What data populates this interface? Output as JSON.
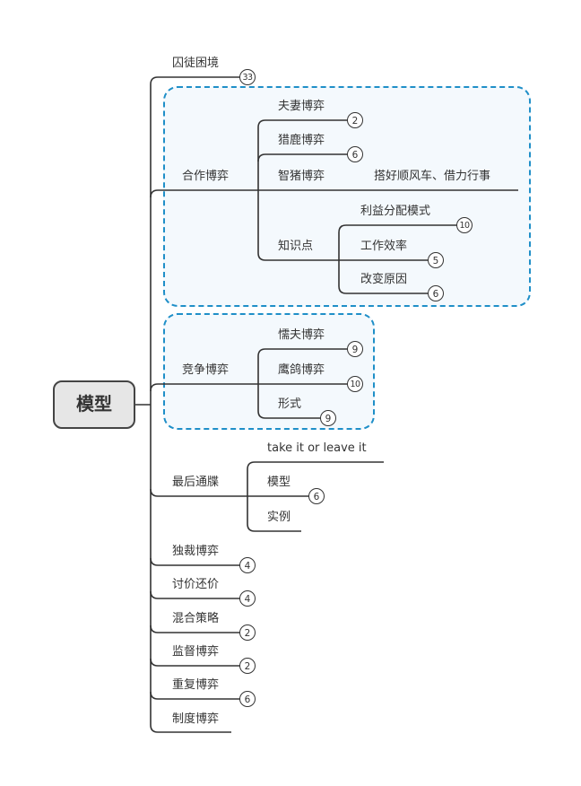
{
  "root": {
    "label": "模型"
  },
  "branches": {
    "prisoners": {
      "label": "囚徒困境",
      "count": "33"
    },
    "coop": {
      "label": "合作博弈",
      "children": {
        "couple": {
          "label": "夫妻博弈",
          "count": "2"
        },
        "stag": {
          "label": "猎鹿博弈",
          "count": "6"
        },
        "pig": {
          "label": "智猪博弈",
          "note": "搭好顺风车、借力行事"
        },
        "knowledge": {
          "label": "知识点",
          "children": {
            "profit": {
              "label": "利益分配模式",
              "count": "10"
            },
            "efficiency": {
              "label": "工作效率",
              "count": "5"
            },
            "reason": {
              "label": "改变原因",
              "count": "6"
            }
          }
        }
      }
    },
    "compete": {
      "label": "竞争博弈",
      "children": {
        "chicken": {
          "label": "懦夫博弈",
          "count": "9"
        },
        "hawk": {
          "label": "鹰鸽博弈",
          "count": "10"
        },
        "form": {
          "label": "形式",
          "count": "9"
        }
      }
    },
    "ultimatum": {
      "label": "最后通牒",
      "children": {
        "take": {
          "label": "take it or leave it"
        },
        "model": {
          "label": "模型",
          "count": "6"
        },
        "example": {
          "label": "实例"
        }
      }
    },
    "dictator": {
      "label": "独裁博弈",
      "count": "4"
    },
    "bargain": {
      "label": "讨价还价",
      "count": "4"
    },
    "mixed": {
      "label": "混合策略",
      "count": "2"
    },
    "supervise": {
      "label": "监督博弈",
      "count": "2"
    },
    "repeat": {
      "label": "重复博弈",
      "count": "6"
    },
    "institution": {
      "label": "制度博弈"
    }
  },
  "colors": {
    "boundary": "#1f8fc8",
    "boundary_fill": "#f4f9fd",
    "line": "#333333",
    "root_fill": "#e6e6e6"
  }
}
